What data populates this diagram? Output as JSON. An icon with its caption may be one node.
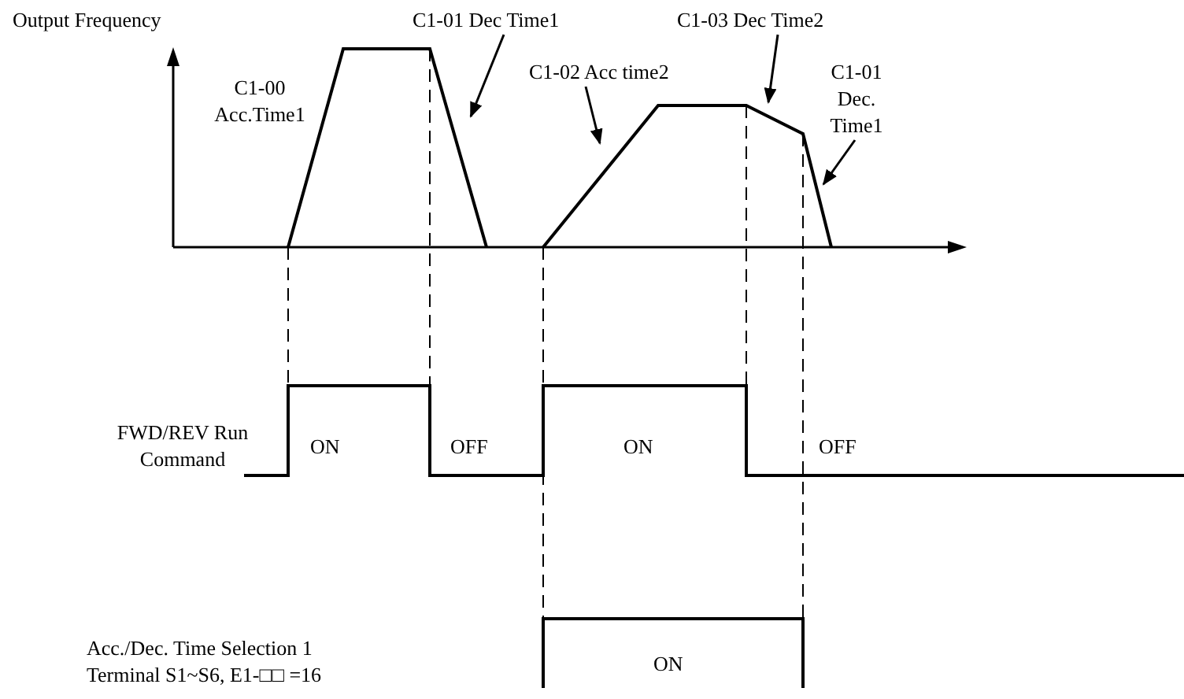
{
  "diagram": {
    "nodes": [
      {
        "text": [
          "C1-01 Dec Time1"
        ]
      },
      {
        "text": [
          "C1-02 Acc time2"
        ]
      },
      {
        "text": [
          "C1-03 Dec Time2"
        ]
      },
      {
        "text": [
          "C1-01 Dec. Time1"
        ]
      }
    ],
    "edges": [
      {
        "from": 0,
        "to": null,
        "arrow": "to"
      },
      {
        "from": 1,
        "to": null,
        "arrow": "to"
      },
      {
        "from": 2,
        "to": null,
        "arrow": "to"
      },
      {
        "from": 3,
        "to": null,
        "arrow": "to"
      }
    ],
    "labels": [
      "Output Frequency",
      "C1-00 Acc.Time1",
      "FWD/REV Run Command",
      "ON",
      "OFF",
      "ON",
      "OFF",
      "Acc./Dec. Time Selection 1 Terminal S1~S6, E1-□□ =16",
      "ON"
    ]
  }
}
